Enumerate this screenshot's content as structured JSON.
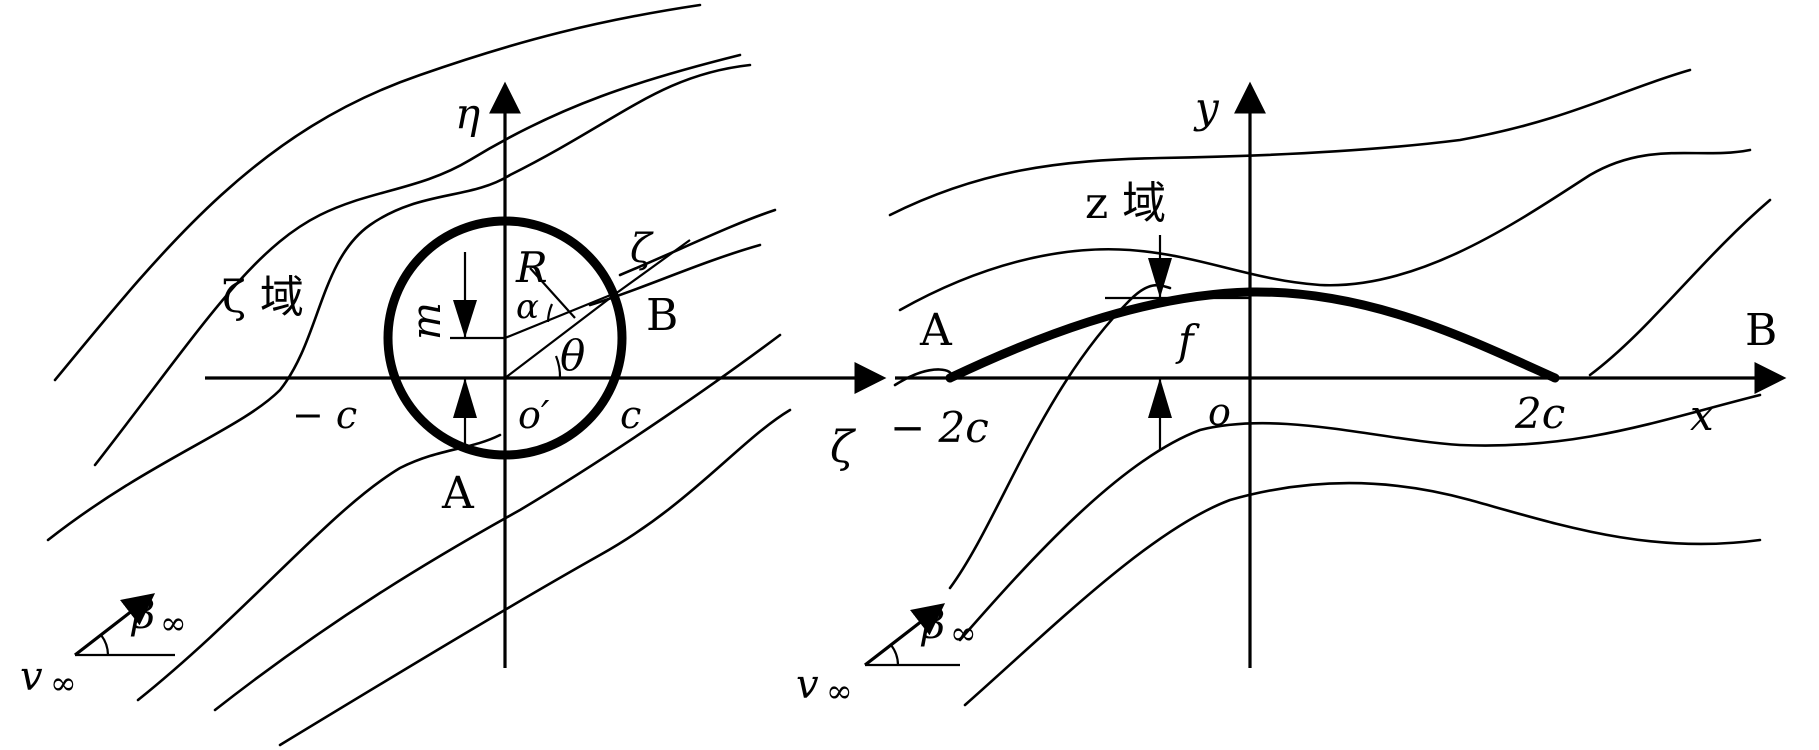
{
  "zeta_domain": {
    "region_label": "ζ 域",
    "axis_h": "ζ",
    "axis_v": "η",
    "circle_label": "ζ",
    "radius": "R",
    "angle_alpha": "α",
    "angle_theta": "θ",
    "offset": "m",
    "origin": "o′",
    "neg_c": "− c",
    "pos_c": "c",
    "point_a": "A",
    "point_b": "B",
    "freestream_v": "v",
    "freestream_v_sub": "∞",
    "freestream_beta": "β",
    "freestream_beta_sub": "∞"
  },
  "z_domain": {
    "region_label": "z 域",
    "axis_h": "x",
    "axis_v": "y",
    "camber": "f",
    "origin": "o",
    "neg_2c": "− 2c",
    "pos_2c": "2c",
    "point_a": "A",
    "point_b": "B",
    "freestream_v": "v",
    "freestream_v_sub": "∞",
    "freestream_beta": "β",
    "freestream_beta_sub": "∞"
  }
}
